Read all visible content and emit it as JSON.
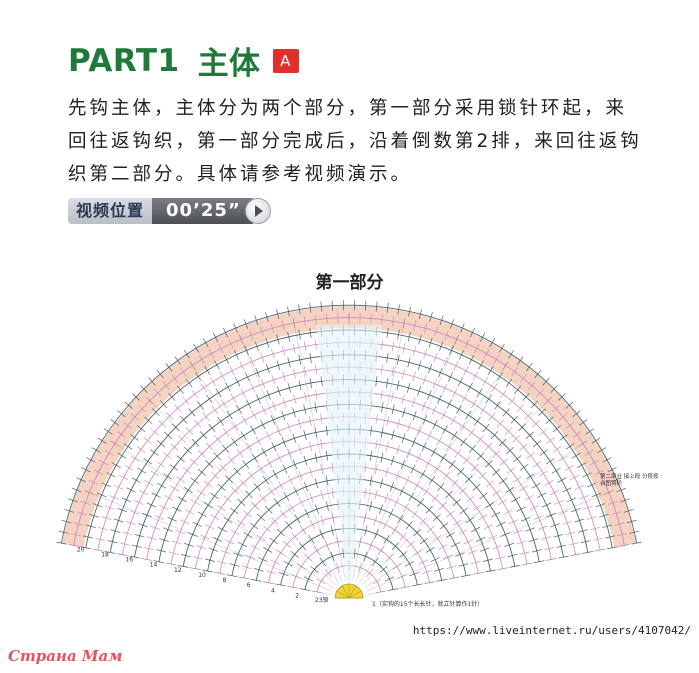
{
  "header": {
    "title_part": "PART1",
    "title_main": "主体",
    "badge": "A"
  },
  "description": "先钩主体，主体分为两个部分，第一部分采用锁针环起，来回往返钩织，第一部分完成后，沿着倒数第2排，来回往返钩织第二部分。具体请参考视频演示。",
  "video": {
    "label": "视频位置",
    "time": "00’25”",
    "play_icon": "play-icon"
  },
  "diagram": {
    "title": "第一部分",
    "start_label": "23锁",
    "row1_note": "1（实钩的15个长长针，就立针算作1针）",
    "side_note": "第二部分\n接上段\n分段按合图钩织",
    "colors": {
      "pink": "#c77fb9",
      "dark": "#2f4a4f",
      "peach": "#f2c8b4",
      "center": "#e3f3f8",
      "yellow": "#f2d23a"
    }
  },
  "footer": {
    "url": "https://www.liveinternet.ru/users/4107042/",
    "watermark": "Страна Мам"
  }
}
